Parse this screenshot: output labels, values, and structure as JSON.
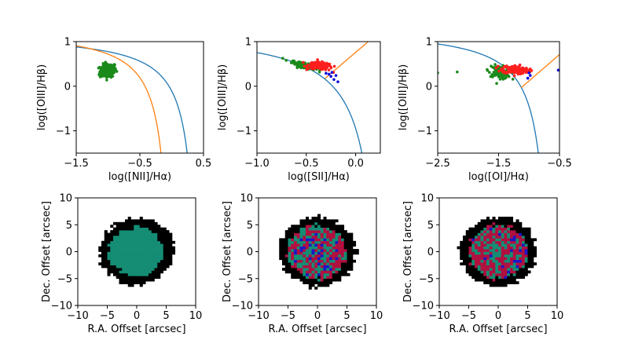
{
  "colors": {
    "starforming": "#1a8a1a",
    "composite": "#ff1f1f",
    "agn": "#0b0bdc",
    "kewley_line": "#1f77b4",
    "kauffmann_line": "#ff7f0e",
    "map_background": "#000000",
    "map_starforming": "#148d74",
    "map_composite": "#b0103f",
    "map_agn": "#1c14c8"
  },
  "chart_data": [
    {
      "type": "scatter",
      "title": "",
      "xlabel": "log([NII]/Hα)",
      "ylabel": "log([OIII]/Hβ)",
      "xlim": [
        -1.5,
        0.5
      ],
      "ylim": [
        -1.5,
        1.0
      ],
      "xticks": [
        "−1.5",
        "−0.5",
        "0.5"
      ],
      "yticks": [
        "1",
        "0",
        "−1"
      ],
      "series": [
        {
          "role": "starforming",
          "cluster": {
            "x": -1.0,
            "y": 0.35,
            "sx": 0.065,
            "sy": 0.08,
            "n": 170,
            "rho": 0.15
          }
        }
      ],
      "lines": [
        {
          "role": "kewley",
          "equation": "0.61/(x-0.47)+1.19",
          "x_range": [
            -1.5,
            0.4
          ]
        },
        {
          "role": "kauffmann",
          "equation": "0.61/(x-0.05)+1.3",
          "x_range": [
            -1.5,
            -0.05
          ]
        }
      ]
    },
    {
      "type": "scatter",
      "title": "",
      "xlabel": "log([SII]/Hα)",
      "ylabel": "log([OIII]/Hβ)",
      "xlim": [
        -1.0,
        0.25
      ],
      "ylim": [
        -1.5,
        1.0
      ],
      "xticks": [
        "−1.0",
        "−0.5",
        "0.0"
      ],
      "yticks": [
        "1",
        "0",
        "−1"
      ],
      "series": [
        {
          "role": "starforming",
          "cluster": {
            "x": -0.53,
            "y": 0.47,
            "sx": 0.06,
            "sy": 0.045,
            "n": 140,
            "rho": -0.8
          }
        },
        {
          "role": "composite",
          "cluster": {
            "x": -0.36,
            "y": 0.45,
            "sx": 0.06,
            "sy": 0.045,
            "n": 160,
            "rho": -0.3
          }
        },
        {
          "role": "agn",
          "points": [
            [
              -0.25,
              0.22
            ],
            [
              -0.22,
              0.15
            ],
            [
              -0.27,
              0.27
            ],
            [
              -0.2,
              0.24
            ],
            [
              -0.3,
              0.29
            ],
            [
              -0.24,
              0.31
            ],
            [
              -0.18,
              0.1
            ]
          ]
        }
      ],
      "lines": [
        {
          "role": "kewley",
          "equation": "0.72/(x-0.32)+1.30",
          "x_range": [
            -1.0,
            0.1
          ]
        },
        {
          "role": "seyfert_liner",
          "equation": "1.89x+0.76",
          "x_range": [
            -0.31,
            0.25
          ]
        }
      ]
    },
    {
      "type": "scatter",
      "title": "",
      "xlabel": "log([OI]/Hα)",
      "ylabel": "log([OIII]/Hβ)",
      "xlim": [
        -2.5,
        -0.5
      ],
      "ylim": [
        -1.5,
        1.0
      ],
      "xticks": [
        "−2.5",
        "−1.5",
        "−0.5"
      ],
      "yticks": [
        "1",
        "0",
        "−1"
      ],
      "series": [
        {
          "role": "starforming",
          "cluster": {
            "x": -1.48,
            "y": 0.32,
            "sx": 0.09,
            "sy": 0.07,
            "n": 120,
            "rho": -0.3
          }
        },
        {
          "role": "starforming",
          "points": [
            [
              -2.5,
              0.3
            ],
            [
              -2.18,
              0.32
            ]
          ]
        },
        {
          "role": "composite",
          "cluster": {
            "x": -1.22,
            "y": 0.37,
            "sx": 0.11,
            "sy": 0.05,
            "n": 170,
            "rho": -0.2
          }
        },
        {
          "role": "agn",
          "points": [
            [
              -1.02,
              0.18
            ],
            [
              -0.98,
              0.24
            ],
            [
              -0.52,
              0.36
            ],
            [
              -1.0,
              0.3
            ]
          ]
        }
      ],
      "lines": [
        {
          "role": "kewley",
          "equation": "0.73/(x+0.59)+1.33",
          "x_range": [
            -2.5,
            -0.72
          ]
        },
        {
          "role": "seyfert_liner",
          "equation": "1.18x+1.30",
          "x_range": [
            -1.13,
            -0.5
          ]
        }
      ]
    },
    {
      "type": "heatmap",
      "xlabel": "R.A. Offset [arcsec]",
      "ylabel": "Dec. Offset [arcsec]",
      "xlim": [
        -10,
        10
      ],
      "ylim": [
        -10,
        10
      ],
      "xticks": [
        "−10",
        "−5",
        "0",
        "5",
        "10"
      ],
      "yticks": [
        "10",
        "5",
        "0",
        "−5",
        "−10"
      ],
      "pixel_arcsec": 0.5,
      "outer_radius": 6.3,
      "inner_radius": 4.6,
      "categories": [
        "starforming"
      ],
      "weights": [
        1
      ]
    },
    {
      "type": "heatmap",
      "xlabel": "R.A. Offset [arcsec]",
      "ylabel": "Dec. Offset [arcsec]",
      "xlim": [
        -10,
        10
      ],
      "ylim": [
        -10,
        10
      ],
      "xticks": [
        "−10",
        "−5",
        "0",
        "5",
        "10"
      ],
      "yticks": [
        "10",
        "5",
        "0",
        "−5",
        "−10"
      ],
      "pixel_arcsec": 0.5,
      "outer_radius": 6.5,
      "inner_radius": 5.0,
      "categories": [
        "composite",
        "starforming",
        "agn"
      ],
      "weights": [
        0.5,
        0.43,
        0.07
      ]
    },
    {
      "type": "heatmap",
      "xlabel": "R.A. Offset [arcsec]",
      "ylabel": "Dec. Offset [arcsec]",
      "xlim": [
        -10,
        10
      ],
      "ylim": [
        -10,
        10
      ],
      "xticks": [
        "−10",
        "−5",
        "0",
        "5",
        "10"
      ],
      "yticks": [
        "10",
        "5",
        "0",
        "−5",
        "−10"
      ],
      "pixel_arcsec": 0.5,
      "outer_radius": 6.5,
      "inner_radius": 5.0,
      "categories": [
        "composite",
        "starforming",
        "agn"
      ],
      "weights": [
        0.6,
        0.35,
        0.05
      ]
    }
  ]
}
